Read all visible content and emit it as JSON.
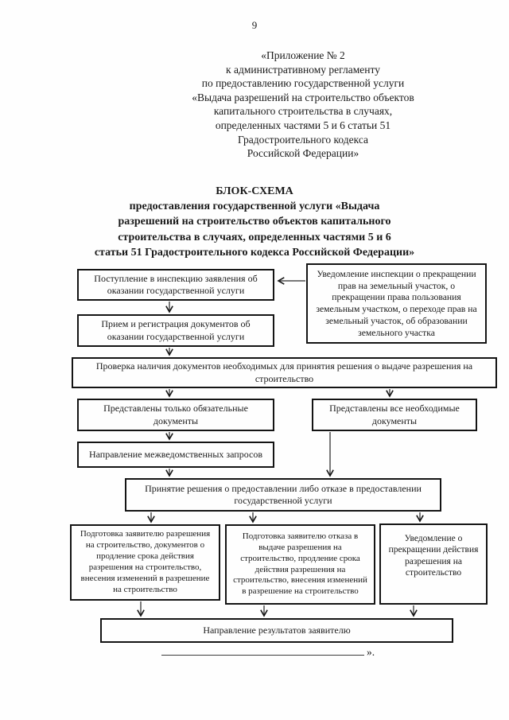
{
  "page": {
    "number": "9",
    "appendix_lines": [
      "«Приложение № 2",
      "к административному регламенту",
      "по предоставлению государственной услуги",
      "«Выдача разрешений на строительство объектов",
      "капитального строительства в случаях,",
      "определенных частями 5 и 6 статьи 51",
      "Градостроительного кодекса",
      "Российской Федерации»"
    ],
    "title_lines": [
      "БЛОК-СХЕМА",
      "предоставления государственной услуги «Выдача",
      "разрешений на строительство объектов капитального",
      "строительства в случаях, определенных частями 5 и 6",
      "статьи 51 Градостроительного кодекса Российской Федерации»"
    ],
    "closing_mark": "»."
  },
  "flowchart": {
    "nodes": {
      "application_received": "Поступление в инспекцию заявления об оказании государственной услуги",
      "land_notification": "Уведомление инспекции о прекращении прав на земельный участок, о прекращении права пользования земельным участком, о переходе прав на земельный участок, об образовании земельного участка",
      "reception_registration": "Прием и регистрация документов об оказании государственной услуги",
      "document_check": "Проверка наличия документов необходимых для принятия решения о выдаче разрешения на строительство",
      "only_mandatory_docs": "Представлены только обязательные документы",
      "all_required_docs": "Представлены все необходимые документы",
      "interagency_requests": "Направление межведомственных запросов",
      "decision": "Принятие решения о предоставлении либо отказе в предоставлении государственной услуги",
      "prepare_permit": "Подготовка заявителю разрешения на строительство, документов о продление срока действия разрешения на строительство, внесения изменений в разрешение на строительство",
      "prepare_refusal": "Подготовка заявителю отказа в выдаче разрешения на строительство, продление срока действия разрешения на строительство, внесения изменений в разрешение на строительство",
      "termination_notice": "Уведомление о прекращении действия разрешения на строительство",
      "send_results": "Направление результатов заявителю"
    }
  },
  "colors": {
    "ink": "#1a1a1a",
    "border": "#141414",
    "background": "#fefefe"
  }
}
